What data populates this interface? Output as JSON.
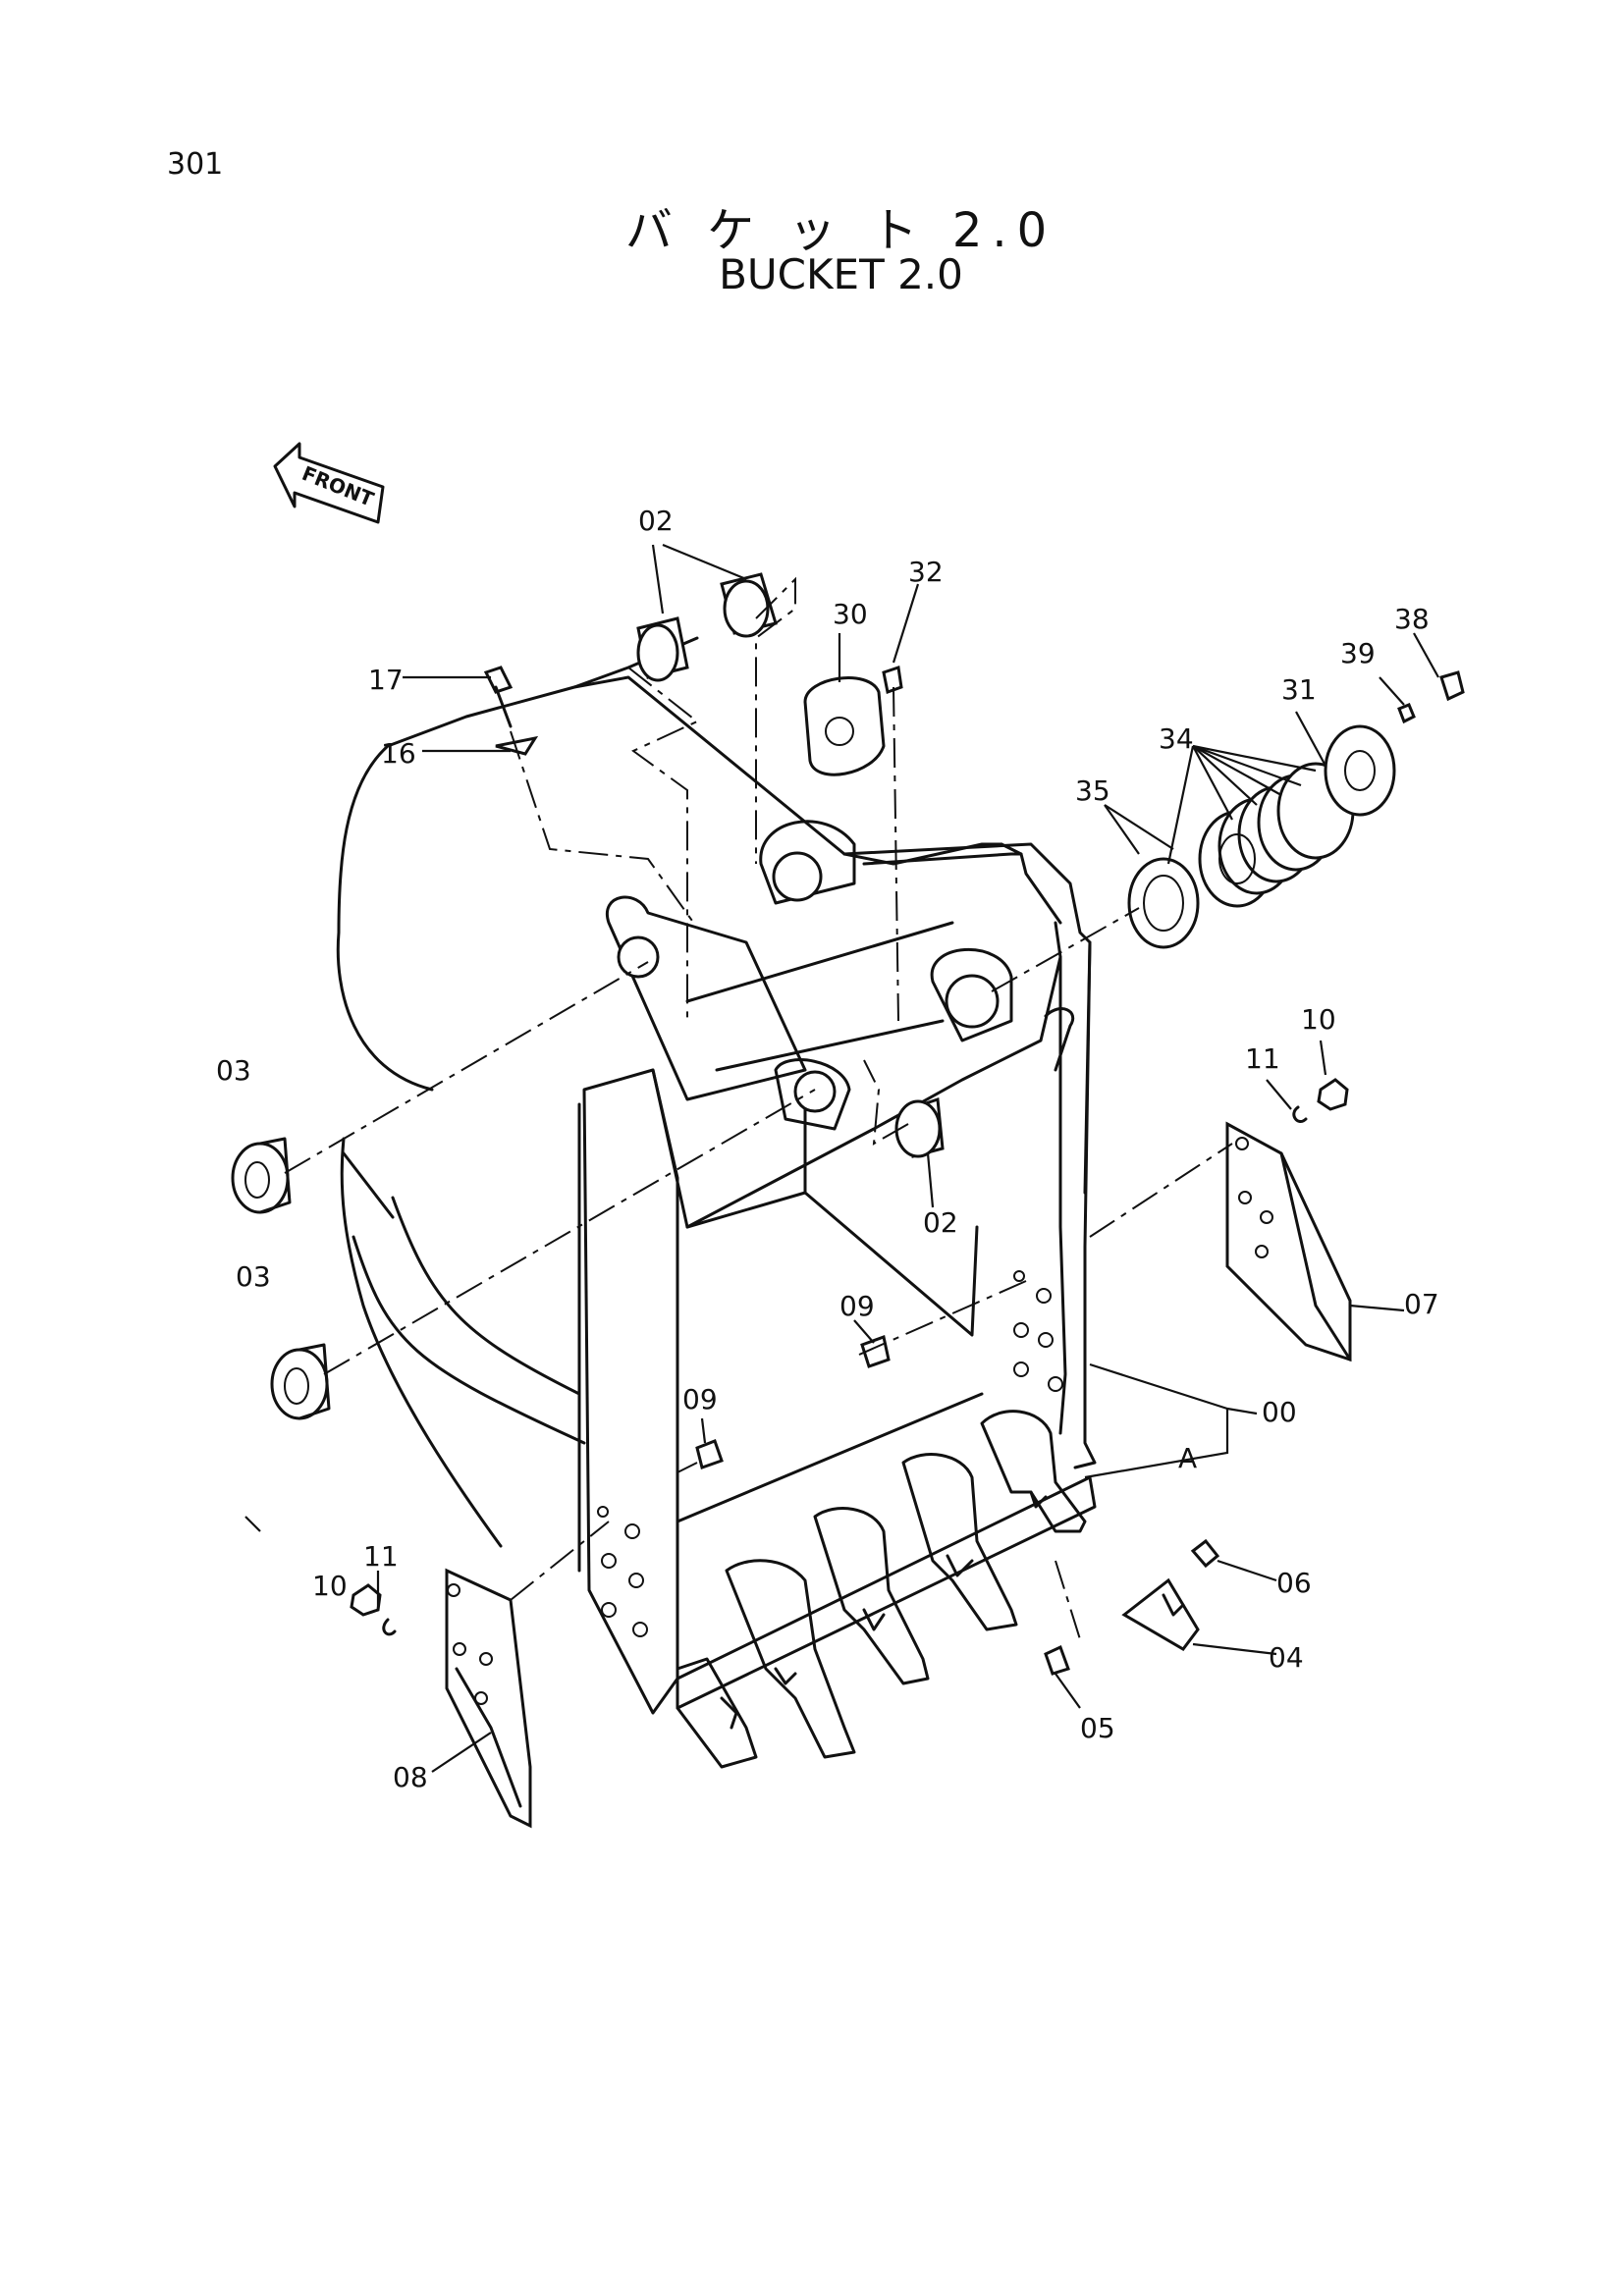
{
  "page_number": "301",
  "title_jp": "バ ケ ッ ト 2.0",
  "title_en": "BUCKET 2.0",
  "direction_label": "FRONT",
  "callouts": {
    "c00": "00",
    "c02a": "02",
    "c02b": "02",
    "c03a": "03",
    "c03b": "03",
    "c04": "04",
    "c05": "05",
    "c06": "06",
    "c07": "07",
    "c08": "08",
    "c09a": "09",
    "c09b": "09",
    "c10a": "10",
    "c10b": "10",
    "c11a": "11",
    "c11b": "11",
    "c16": "16",
    "c17": "17",
    "c30": "30",
    "c31": "31",
    "c32": "32",
    "c34": "34",
    "c35": "35",
    "c38": "38",
    "c39": "39",
    "cA": "A"
  }
}
